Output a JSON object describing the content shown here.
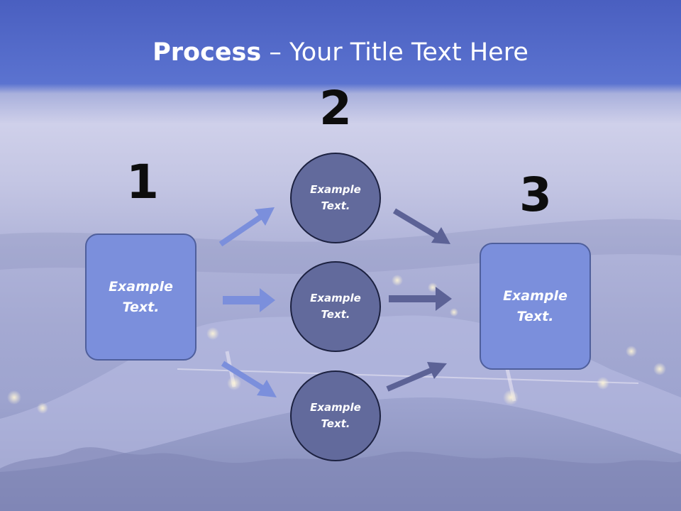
{
  "slide": {
    "title_bold": "Process",
    "title_rest": " – Your Title Text Here"
  },
  "steps": {
    "step1": {
      "number": "1",
      "text": "Example\nText."
    },
    "step2": {
      "number": "2",
      "circles": [
        "Example\nText.",
        "Example\nText.",
        "Example\nText."
      ]
    },
    "step3": {
      "number": "3",
      "text": "Example\nText."
    }
  },
  "colors": {
    "header_blue": "#4a5fc0",
    "box_fill": "#7b8fdc",
    "circle_fill": "#626a9c",
    "arrow_light": "#7b8fdc",
    "arrow_dark": "#5c6296"
  }
}
